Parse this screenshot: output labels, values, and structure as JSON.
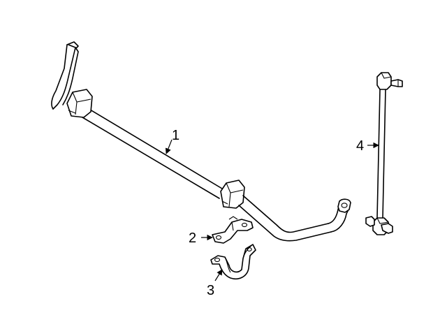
{
  "callouts": [
    {
      "id": "1",
      "label": "1",
      "part": "stabilizer-bar"
    },
    {
      "id": "2",
      "label": "2",
      "part": "bushing-bracket"
    },
    {
      "id": "3",
      "label": "3",
      "part": "bushing-clamp"
    },
    {
      "id": "4",
      "label": "4",
      "part": "stabilizer-link"
    }
  ],
  "colors": {
    "stroke": "#000000",
    "background": "#ffffff"
  }
}
